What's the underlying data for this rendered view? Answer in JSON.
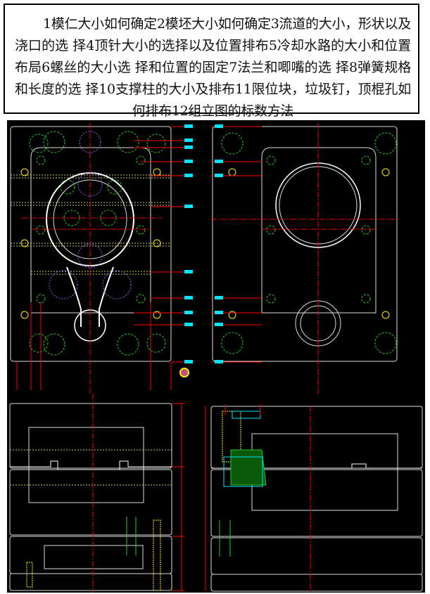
{
  "intro": {
    "text": "1模仁大小如何确定2模坯大小如何确定3流道的大小，形状以及浇口的选 择4顶针大小的选择以及位置排布5冷却水路的大小和位置布局6螺丝的大小选 择和位置的固定7法兰和唧嘴的选 择8弹簧规格和长度的选 择10支撑柱的大小及排布11限位块，垃圾钉，顶棍孔如何排布12组立图的标数方法"
  },
  "drawing": {
    "views": [
      "core-plate-plan",
      "cavity-plate-plan",
      "section-left",
      "section-right"
    ],
    "colors": {
      "background": "#000000",
      "outline": "#e0e0e0",
      "center": "#ff0000",
      "dim_text": "#00e5ff",
      "cooling": "#cccc66",
      "ejector": "#22cc22",
      "hidden": "#8866ff",
      "screw": "#ffee00"
    }
  }
}
